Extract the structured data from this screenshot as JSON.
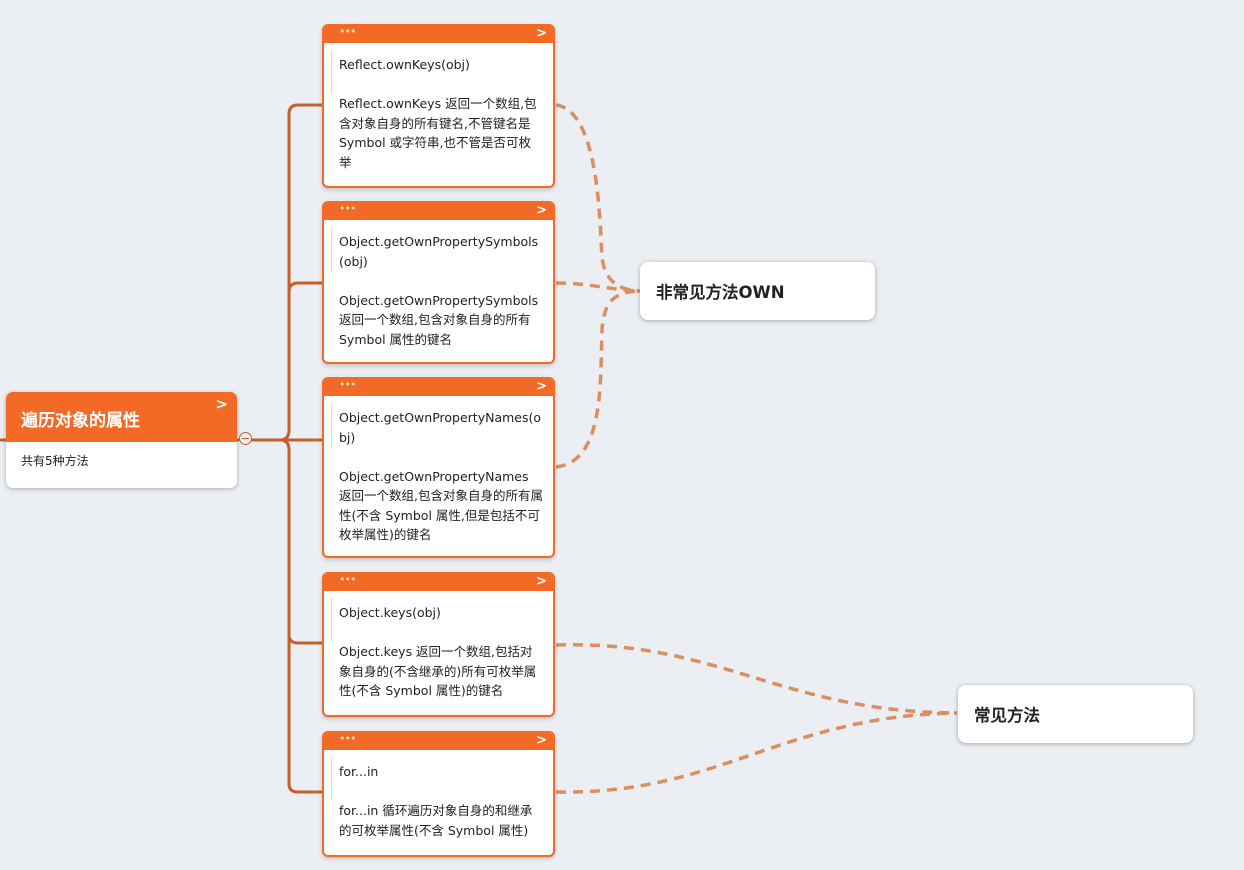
{
  "root": {
    "title": "遍历对象的属性",
    "note": "共有5种方法",
    "expand_glyph": ">"
  },
  "cards": [
    {
      "title": "Reflect.ownKeys(obj)",
      "description": "Reflect.ownKeys 返回一个数组,包含对象自身的所有键名,不管键名是 Symbol 或字符串,也不管是否可枚举"
    },
    {
      "title": "Object.getOwnPropertySymbols(obj)",
      "description": "Object.getOwnPropertySymbols 返回一个数组,包含对象自身的所有 Symbol 属性的键名"
    },
    {
      "title": "Object.getOwnPropertyNames(obj)",
      "description": "Object.getOwnPropertyNames 返回一个数组,包含对象自身的所有属性(不含 Symbol 属性,但是包括不可枚举属性)的键名"
    },
    {
      "title": "Object.keys(obj)",
      "description": "Object.keys 返回一个数组,包括对象自身的(不含继承的)所有可枚举属性(不含 Symbol 属性)的键名"
    },
    {
      "title": "for...in",
      "description": "for...in 循环遍历对象自身的和继承的可枚举属性(不含 Symbol 属性)"
    }
  ],
  "card_dots_glyph": "•••",
  "card_expand_glyph": ">",
  "summaries": {
    "uncommon": "非常见方法OWN",
    "common": "常见方法"
  },
  "colors": {
    "accent": "#f26a25",
    "branch_line": "#c4602b",
    "summary_dash": "#dc8e62",
    "background": "#ebeef2"
  },
  "icons": {
    "expand": "chevron-right-icon",
    "collapse": "collapse-minus-icon",
    "menu": "more-dots-icon"
  }
}
